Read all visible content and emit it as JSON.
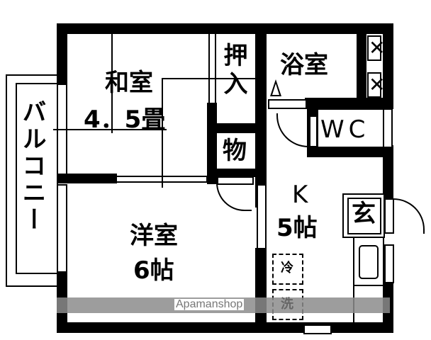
{
  "floor_plan": {
    "rooms": [
      {
        "id": "washitsu",
        "name": "和室",
        "size": "4．5畳"
      },
      {
        "id": "youshitsu",
        "name": "洋室",
        "size": "6帖"
      },
      {
        "id": "kitchen",
        "name": "K",
        "size": "5帖"
      },
      {
        "id": "bath",
        "name": "浴室"
      },
      {
        "id": "toilet",
        "name": "WC"
      },
      {
        "id": "oshiire",
        "name": "押入"
      },
      {
        "id": "storage",
        "name": "物"
      },
      {
        "id": "entrance",
        "name": "玄"
      },
      {
        "id": "balcony",
        "name": "バルコニー"
      }
    ],
    "appliances": {
      "fridge": "冷",
      "washer": "洗"
    },
    "colors": {
      "wall": "#000000",
      "background": "#ffffff",
      "watermark_band": "#8c8c8c",
      "watermark_text": "#777777"
    }
  },
  "watermark": {
    "text": "Apamanshop"
  }
}
